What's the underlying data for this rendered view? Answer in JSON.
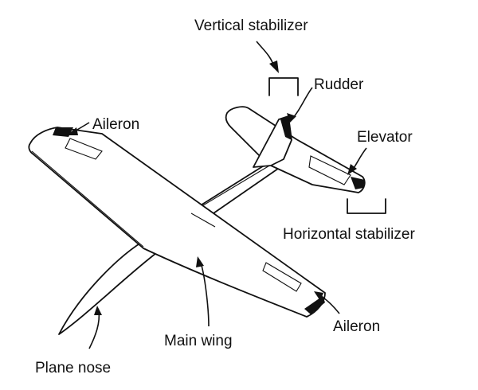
{
  "labels": {
    "vertical_stabilizer": "Vertical stabilizer",
    "rudder": "Rudder",
    "aileron_left": "Aileron",
    "elevator": "Elevator",
    "horizontal_stabilizer": "Horizontal stabilizer",
    "aileron_right": "Aileron",
    "main_wing": "Main wing",
    "plane_nose": "Plane nose"
  }
}
